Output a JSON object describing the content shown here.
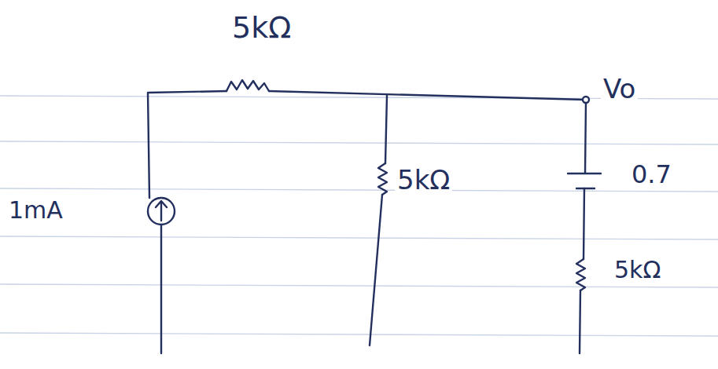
{
  "diagram": {
    "labels": [
      "5kΩ",
      "Vo",
      "5kΩ",
      "0.7",
      "1mA",
      "5kΩ"
    ]
  }
}
